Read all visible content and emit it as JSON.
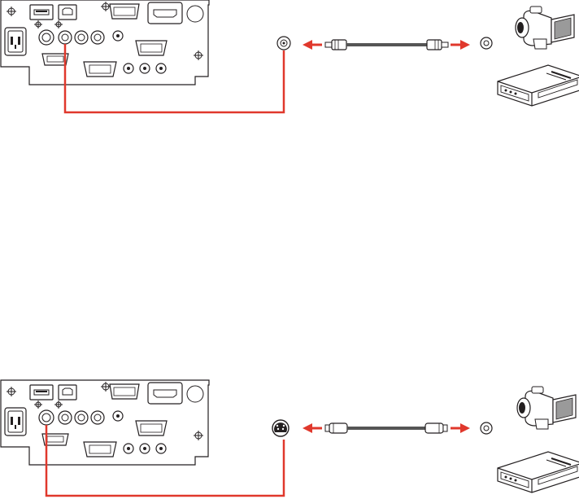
{
  "diagrams": [
    {
      "id": "composite-video-connection",
      "cable": "composite-video-cable",
      "projector_port": "video-port-composite",
      "devices": [
        "camcorder-icon",
        "vcr-icon"
      ]
    },
    {
      "id": "s-video-connection",
      "cable": "s-video-cable",
      "projector_port": "s-video-port",
      "devices": [
        "camcorder-icon",
        "vcr-icon"
      ]
    }
  ],
  "colors": {
    "connection_line": "#e0382c",
    "arrow": "#e0382c",
    "outline": "#231f20",
    "cable_body": "#555555",
    "screen_grey": "#9a9a9a"
  }
}
